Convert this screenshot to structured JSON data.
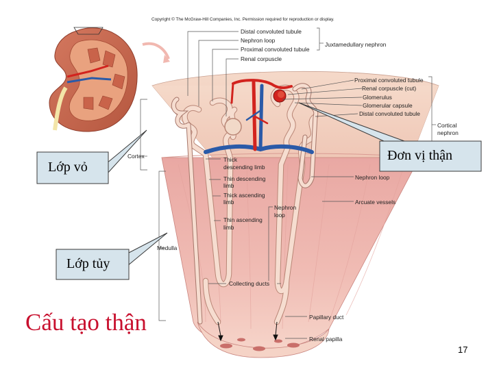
{
  "copyright": "Copyright © The McGraw-Hill Companies, Inc. Permission required for reproduction or display.",
  "slide_title": "Cấu tạo thận",
  "page_number": "17",
  "callouts": {
    "cortex": "Lớp vỏ",
    "medulla": "Lớp tủy",
    "nephron": "Đơn vị thận"
  },
  "labels": {
    "distal_tubule_top": "Distal convoluted tubule",
    "nephron_loop_top": "Nephron loop",
    "proximal_tubule_top": "Proximal convoluted tubule",
    "renal_corpuscle_top": "Renal corpuscle",
    "juxtamedullary": "Juxtamedullary nephron",
    "proximal_tubule_right": "Proximal convoluted tubule",
    "renal_corpuscle_cut": "Renal corpuscle (cut)",
    "glomerulus": "Glomerulus",
    "glomerular_capsule": "Glomerular capsule",
    "distal_tubule_right": "Distal convoluted tubule",
    "cortical_nephron_1": "Cortical",
    "cortical_nephron_2": "nephron",
    "cortex": "Cortex",
    "medulla": "Medulla",
    "thick_desc_1": "Thick",
    "thick_desc_2": "descending limb",
    "thin_desc_1": "Thin descending",
    "thin_desc_2": "limb",
    "thick_asc_1": "Thick ascending",
    "thick_asc_2": "limb",
    "thin_asc_1": "Thin ascending",
    "thin_asc_2": "limb",
    "nephron_loop_mid_1": "Nephron",
    "nephron_loop_mid_2": "loop",
    "nephron_loop_right": "Nephron loop",
    "arcuate_vessels": "Arcuate vessels",
    "collecting_ducts": "Collecting ducts",
    "papillary_duct": "Papillary duct",
    "renal_papilla": "Renal papilla"
  },
  "colors": {
    "title": "#c8102e",
    "callout_fill": "#d6e4ec",
    "tissue_cortex": "#f2cdbd",
    "tissue_medulla": "#e9a7a4",
    "tubule": "#f4d6c6",
    "artery": "#d2231e",
    "vein": "#2a5aa8"
  }
}
